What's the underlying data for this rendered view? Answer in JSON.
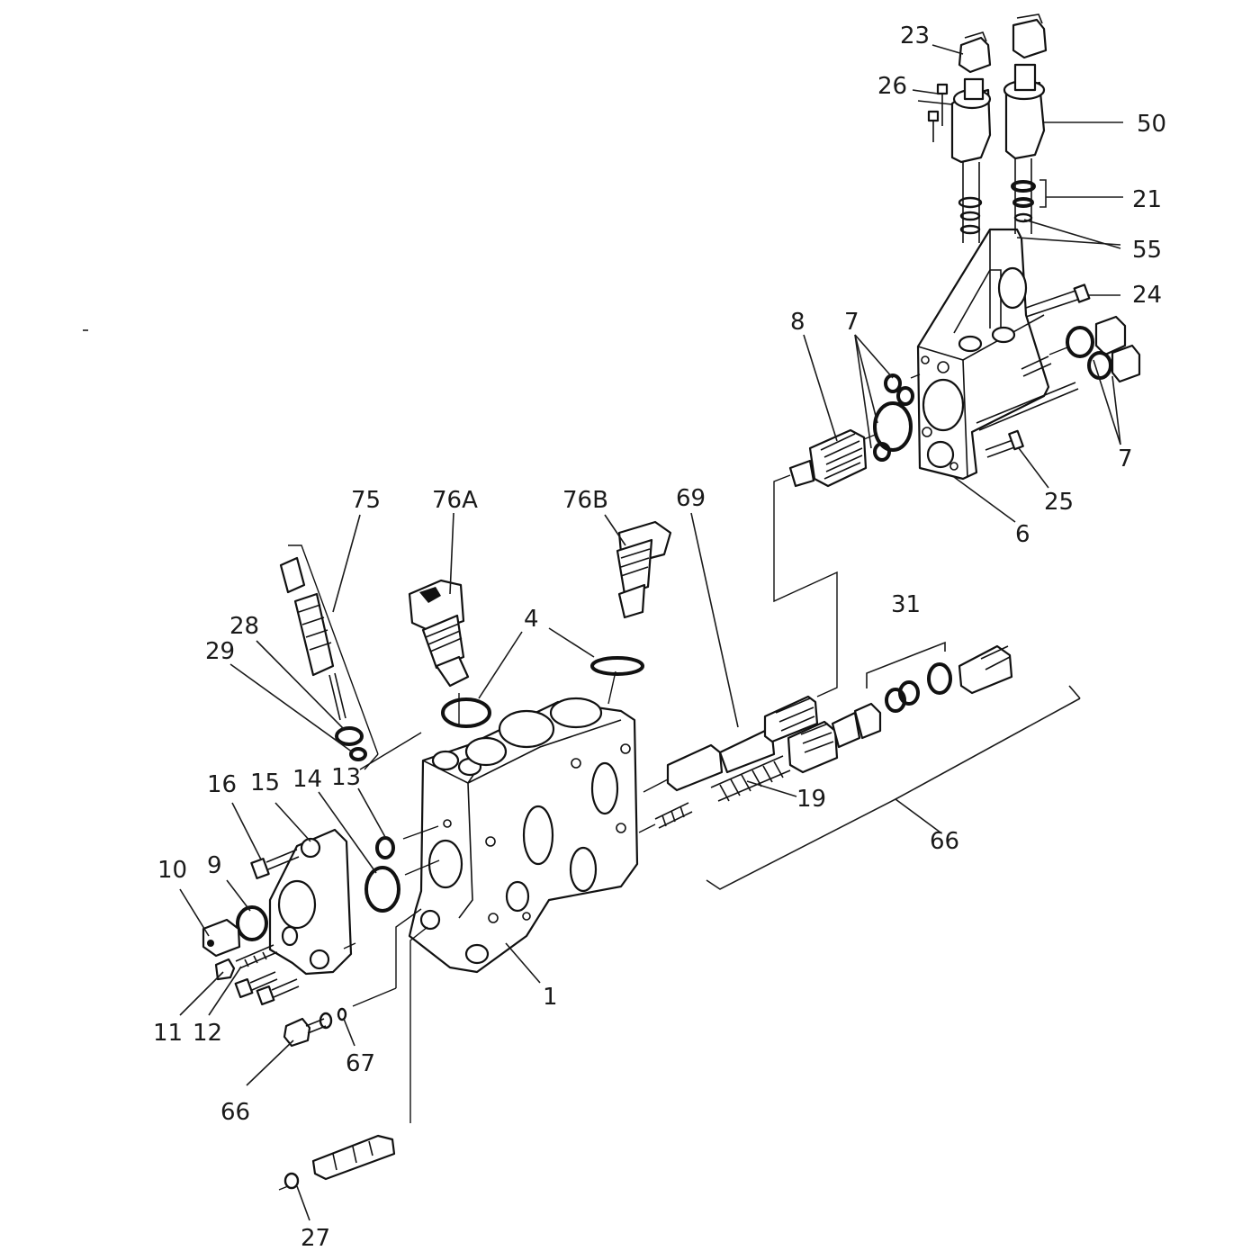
{
  "callouts": [
    {
      "id": "c23",
      "text": "23"
    },
    {
      "id": "c26",
      "text": "26"
    },
    {
      "id": "c50",
      "text": "50"
    },
    {
      "id": "c21",
      "text": "21"
    },
    {
      "id": "c55",
      "text": "55"
    },
    {
      "id": "c24",
      "text": "24"
    },
    {
      "id": "c8",
      "text": "8"
    },
    {
      "id": "c7a",
      "text": "7"
    },
    {
      "id": "c7b",
      "text": "7"
    },
    {
      "id": "c25",
      "text": "25"
    },
    {
      "id": "c6",
      "text": "6"
    },
    {
      "id": "c75",
      "text": "75"
    },
    {
      "id": "c76A",
      "text": "76A"
    },
    {
      "id": "c76B",
      "text": "76B"
    },
    {
      "id": "c69",
      "text": "69"
    },
    {
      "id": "c31",
      "text": "31"
    },
    {
      "id": "c28",
      "text": "28"
    },
    {
      "id": "c29",
      "text": "29"
    },
    {
      "id": "c4",
      "text": "4"
    },
    {
      "id": "c16",
      "text": "16"
    },
    {
      "id": "c15",
      "text": "15"
    },
    {
      "id": "c14",
      "text": "14"
    },
    {
      "id": "c13",
      "text": "13"
    },
    {
      "id": "c19",
      "text": "19"
    },
    {
      "id": "c66a",
      "text": "66"
    },
    {
      "id": "c10",
      "text": "10"
    },
    {
      "id": "c9",
      "text": "9"
    },
    {
      "id": "c1",
      "text": "1"
    },
    {
      "id": "c11",
      "text": "11"
    },
    {
      "id": "c12",
      "text": "12"
    },
    {
      "id": "c67",
      "text": "67"
    },
    {
      "id": "c66b",
      "text": "66"
    },
    {
      "id": "c27",
      "text": "27"
    }
  ]
}
